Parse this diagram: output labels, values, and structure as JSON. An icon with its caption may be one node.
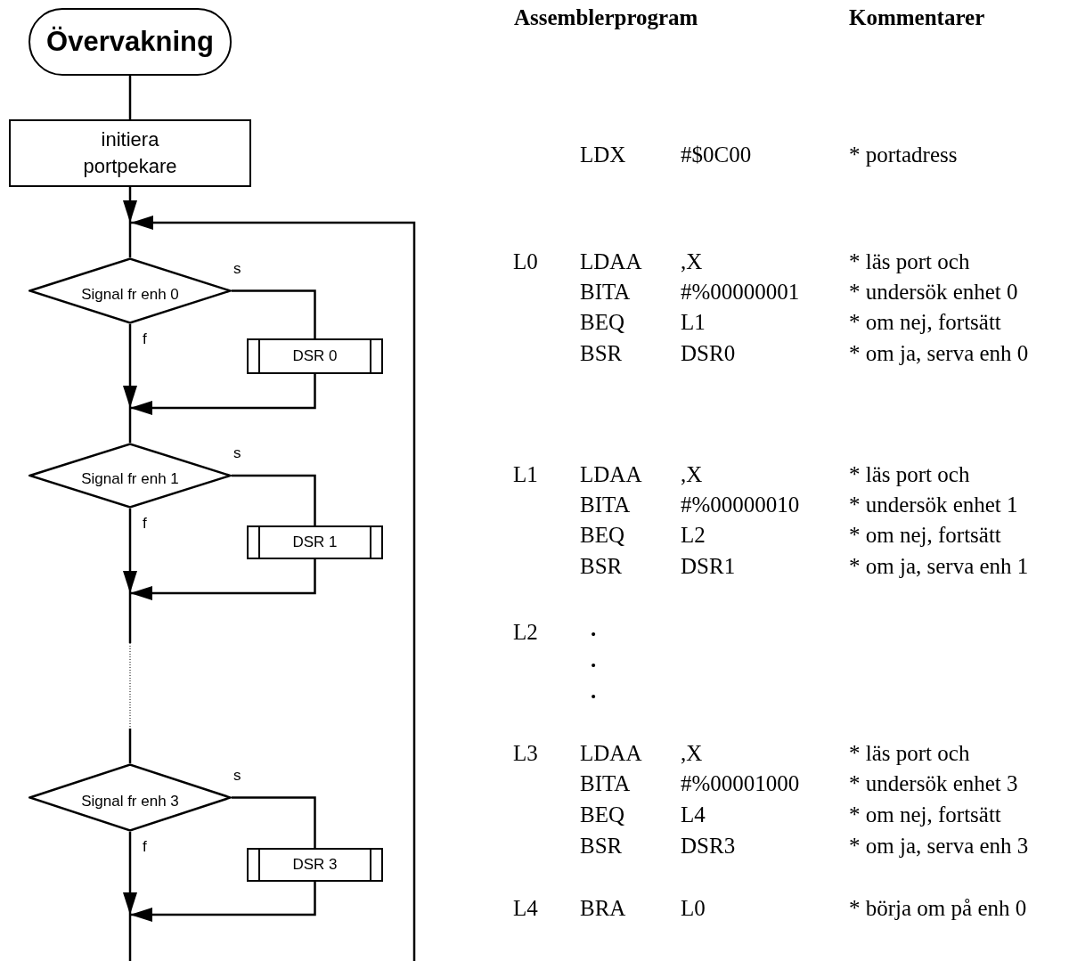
{
  "diagram": {
    "nodes": [
      {
        "text": [
          "Övervakning"
        ]
      },
      {
        "text": [
          "initiera portpekare"
        ]
      },
      {
        "text": [
          "Signal fr enh 0"
        ]
      },
      {
        "text": [
          "DSR 0"
        ]
      },
      {
        "text": [
          "Signal fr enh 1"
        ]
      },
      {
        "text": [
          "DSR 1"
        ]
      },
      {
        "text": [
          "Signal fr enh 3"
        ]
      },
      {
        "text": [
          "DSR 3"
        ]
      }
    ],
    "edges": [
      {
        "from": 0,
        "to": 1,
        "arrow": "none"
      },
      {
        "from": 1,
        "to": null,
        "arrow": "to"
      },
      {
        "from": null,
        "to": 2,
        "arrow": "none"
      },
      {
        "from": 2,
        "to": 3,
        "arrow": "none",
        "label": "s"
      },
      {
        "from": 2,
        "to": null,
        "arrow": "to",
        "label": "f"
      },
      {
        "from": 3,
        "to": null,
        "arrow": "to"
      },
      {
        "from": null,
        "to": 4,
        "arrow": "none"
      },
      {
        "from": 4,
        "to": 5,
        "arrow": "none",
        "label": "s"
      },
      {
        "from": 4,
        "to": null,
        "arrow": "to",
        "label": "f"
      },
      {
        "from": 5,
        "to": null,
        "arrow": "to"
      },
      {
        "from": null,
        "to": 6,
        "arrow": "none",
        "style": "dashed"
      },
      {
        "from": 6,
        "to": 7,
        "arrow": "none",
        "label": "s"
      },
      {
        "from": 6,
        "to": null,
        "arrow": "to",
        "label": "f"
      },
      {
        "from": 7,
        "to": null,
        "arrow": "to"
      }
    ],
    "labels": [
      "Assemblerprogram",
      "Kommentarer",
      "LDX",
      "#$0C00",
      "* portadress",
      "L0",
      "LDAA",
      ",X",
      "* läs port och",
      "BITA",
      "#%00000001",
      "* undersök enhet 0",
      "BEQ",
      "L1",
      "* om nej, fortsätt",
      "BSR",
      "DSR0",
      "* om ja, serva enh 0",
      "L1",
      "LDAA",
      ",X",
      "* läs port och",
      "BITA",
      "#%00000010",
      "* undersök enhet 1",
      "BEQ",
      "L2",
      "* om nej, fortsätt",
      "BSR",
      "DSR1",
      "* om ja, serva enh 1",
      "L2",
      ".",
      ".",
      ".",
      "L3",
      "LDAA",
      ",X",
      "* läs port och",
      "BITA",
      "#%00001000",
      "* undersök enhet 3",
      "BEQ",
      "L4",
      "* om nej, fortsätt",
      "BSR",
      "DSR3",
      "* om ja, serva enh 3",
      "L4",
      "BRA",
      "L0",
      "* börja om på enh 0"
    ]
  }
}
